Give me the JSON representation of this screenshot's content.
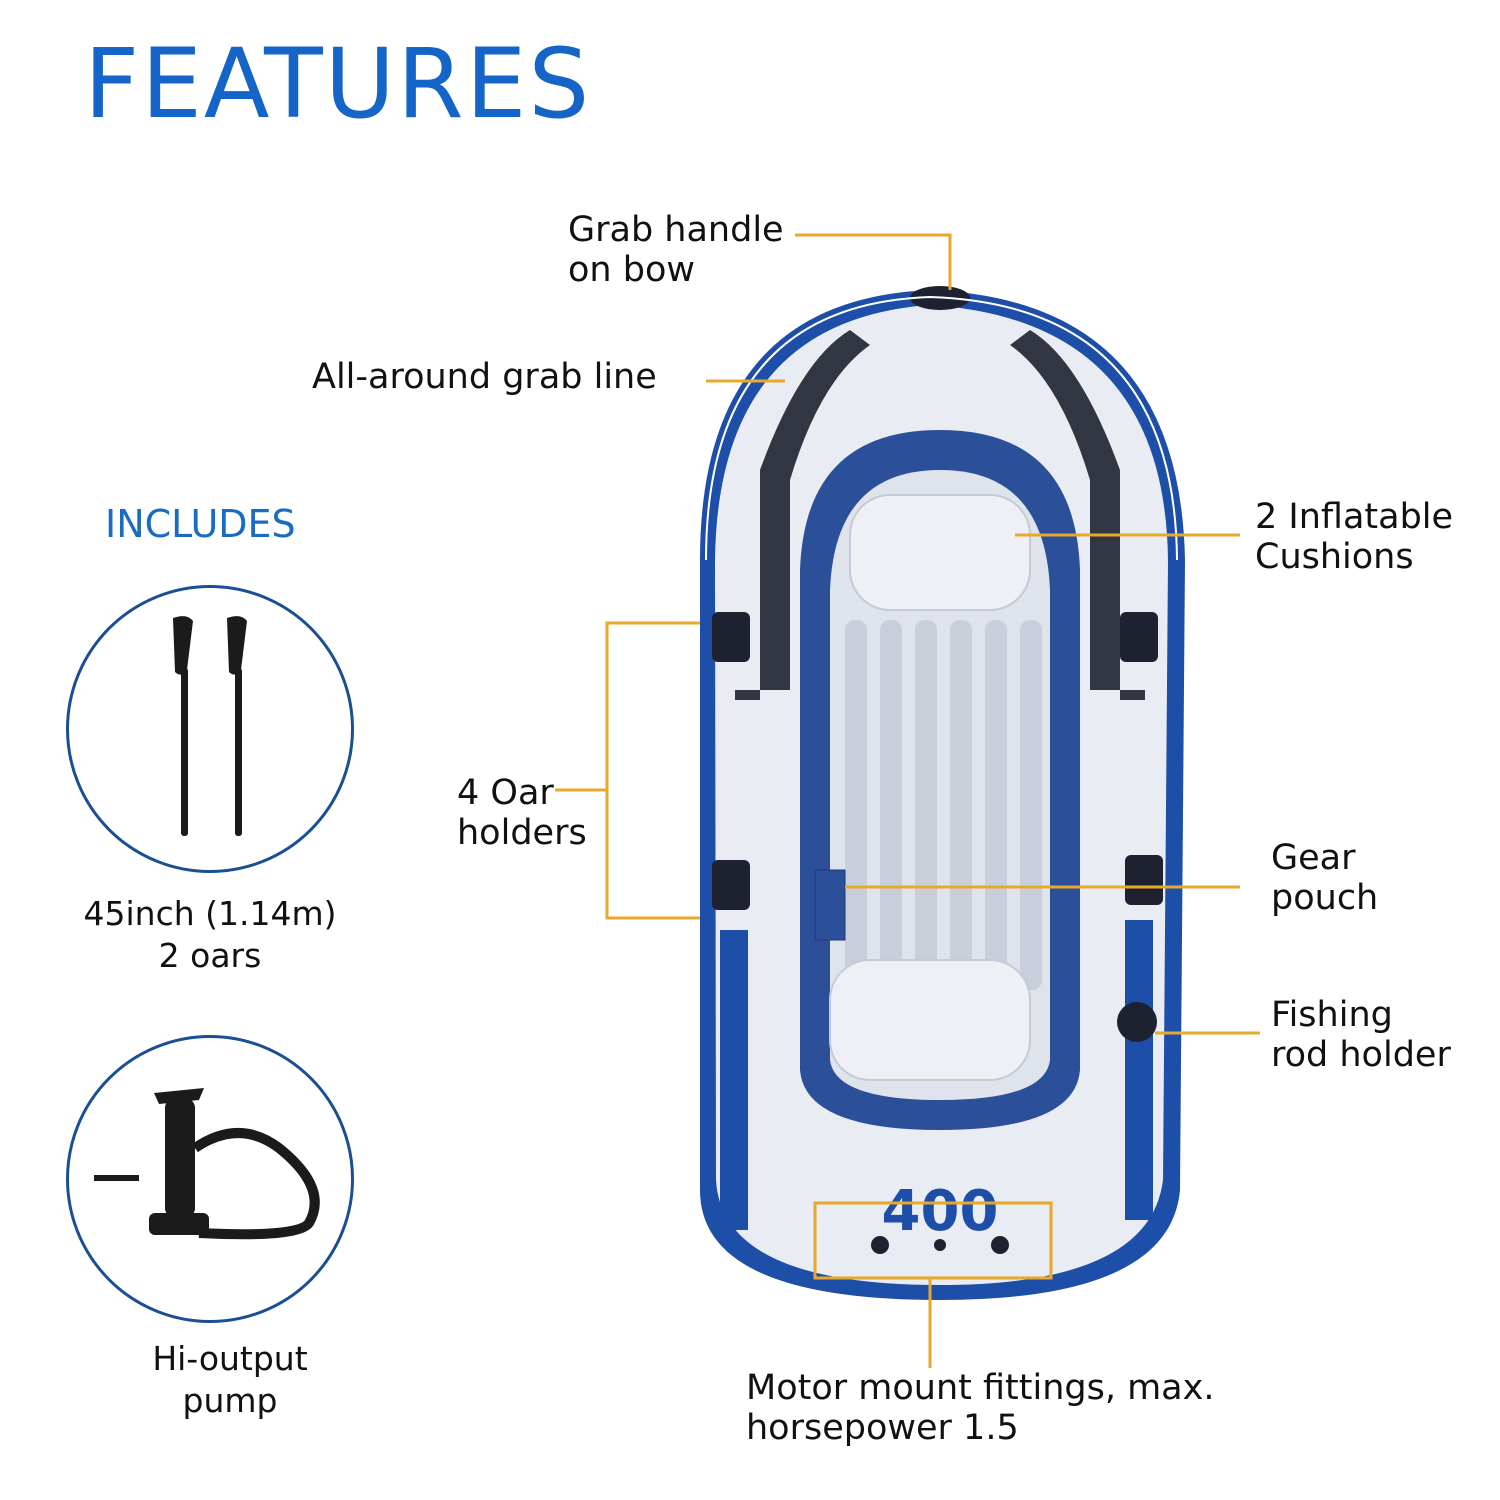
{
  "header": {
    "title": "FEATURES",
    "title_color": "#1565c9"
  },
  "includes": {
    "heading": "INCLUDES",
    "items": [
      {
        "icon": "oars-icon",
        "caption": "45inch (1.14m)\n2 oars"
      },
      {
        "icon": "pump-icon",
        "caption": "Hi-output\npump"
      }
    ]
  },
  "product": {
    "model_number": "400",
    "boat_colors": {
      "blue": "#1d4fa8",
      "white": "#e9ecf3",
      "dark": "#1e2230"
    }
  },
  "callouts": [
    {
      "id": "grab-handle",
      "text": "Grab handle\non bow"
    },
    {
      "id": "grab-line",
      "text": "All-around grab line"
    },
    {
      "id": "cushions",
      "text": "2 Inflatable\nCushions"
    },
    {
      "id": "oar-holders",
      "text": "4 Oar\nholders"
    },
    {
      "id": "gear-pouch",
      "text": "Gear\npouch"
    },
    {
      "id": "rod-holder",
      "text": "Fishing\nrod holder"
    },
    {
      "id": "motor-mount",
      "text": "Motor mount fittings, max.\nhorsepower 1.5"
    }
  ],
  "colors": {
    "leader_line": "#e8a92b",
    "circle_border": "#1a4f93"
  }
}
